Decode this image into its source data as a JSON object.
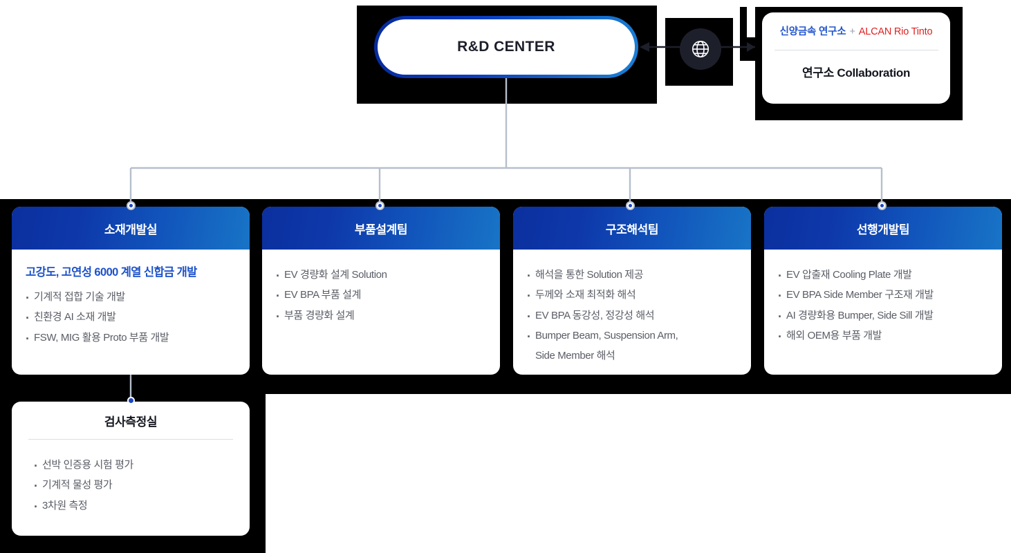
{
  "root": {
    "label": "R&D CENTER"
  },
  "globe": {
    "icon": "globe-icon"
  },
  "collaboration": {
    "partner_left": "신양금속 연구소",
    "separator": "+",
    "partner_right": "ALCAN Rio Tinto",
    "title": "연구소 Collaboration",
    "color_partner_left": "#2255cc",
    "color_partner_right": "#e02020"
  },
  "departments": [
    {
      "name": "소재개발실",
      "headline": "고강도, 고연성 6000 계열 신합금 개발",
      "bullets": [
        "기계적 접합 기술 개발",
        "친환경 AI 소재 개발",
        "FSW, MIG 활용 Proto 부품 개발"
      ]
    },
    {
      "name": "부품설계팀",
      "headline": "",
      "bullets": [
        "EV 경량화 설계 Solution",
        "EV BPA 부품 설계",
        "부품 경량화 설계"
      ]
    },
    {
      "name": "구조해석팀",
      "headline": "",
      "bullets": [
        "해석을 통한 Solution 제공",
        "두께와 소재 최적화 해석",
        " EV BPA 동강성, 정강성 해석",
        "Bumper Beam, Suspension Arm,\n  Side Member 해석"
      ]
    },
    {
      "name": "선행개발팀",
      "headline": "",
      "bullets": [
        "EV 압출재 Cooling Plate 개발",
        "EV BPA Side Member 구조재 개발",
        "AI 경량화용 Bumper, Side Sill 개발",
        "해외  OEM용 부품 개발"
      ]
    }
  ],
  "sub_department": {
    "name": "검사측정실",
    "bullets": [
      "선박 인증용 시험 평가",
      "기계적 물성 평가",
      "3차원 측정"
    ]
  },
  "colors": {
    "header_gradient_start": "#0b2f9e",
    "header_gradient_end": "#1874c6",
    "headline_blue": "#1d52c9",
    "body_text": "#5a5d66",
    "connector": "#b6bfcc",
    "node_blue": "#1a46c4",
    "dark": "#1d1f2b"
  }
}
